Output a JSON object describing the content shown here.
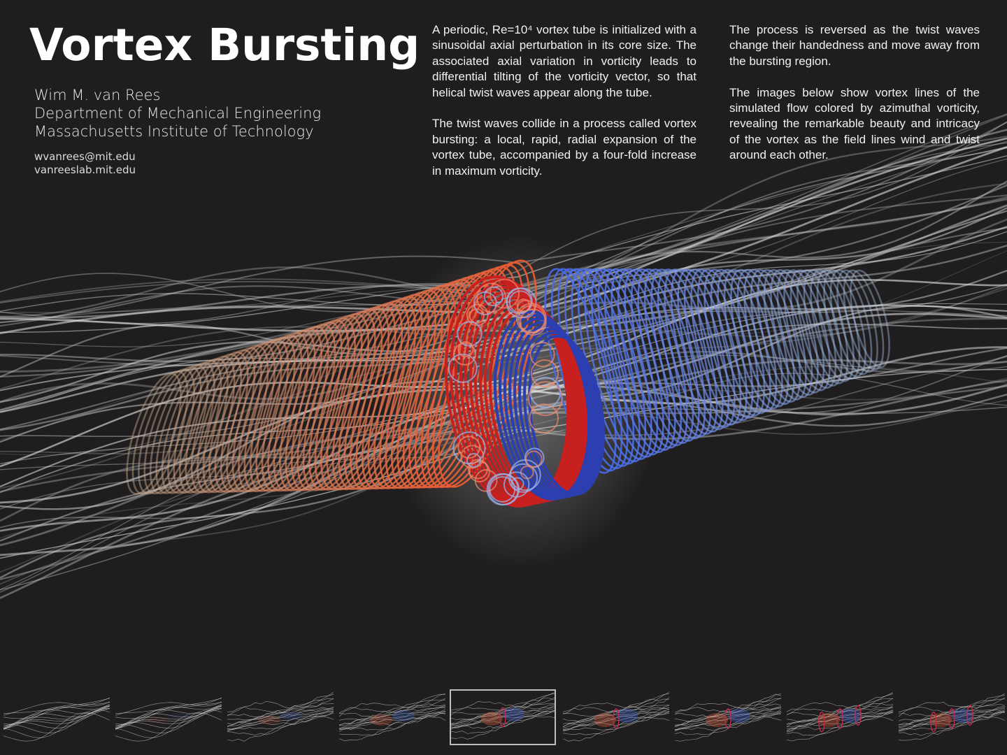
{
  "poster": {
    "title": "Vortex Bursting",
    "author": {
      "name": "Wim M. van Rees",
      "department": "Department of Mechanical Engineering",
      "institution": "Massachusetts Institute of Technology",
      "email": "wvanrees@mit.edu",
      "website": "vanreeslab.mit.edu"
    },
    "description": {
      "col1_p1": "A periodic, Re=10⁴ vortex tube is initialized with a sinusoidal axial perturbation in its core size. The associated axial variation in vorticity leads to differential tilting of the vorticity vector, so that helical twist waves appear along the tube.",
      "col1_p2": "The twist waves collide in a process called vortex bursting: a local, rapid, radial expansion of the vortex tube, accompanied by a four-fold increase in maximum vorticity.",
      "col2_p1": "The process is reversed as the twist waves change their handedness and move away from the bursting region.",
      "col2_p2": "The images below show vortex lines of the simulated flow colored by azimuthal vorticity, revealing the remarkable beauty and intricacy of the vortex as the field lines wind and twist around each other."
    },
    "colors": {
      "background": "#1f1d1e",
      "positive": "#e0603a",
      "negative": "#3f63d8",
      "neutral": "#c8c8c8"
    },
    "thumbnails": {
      "count": 9,
      "selected_index": 4
    }
  }
}
